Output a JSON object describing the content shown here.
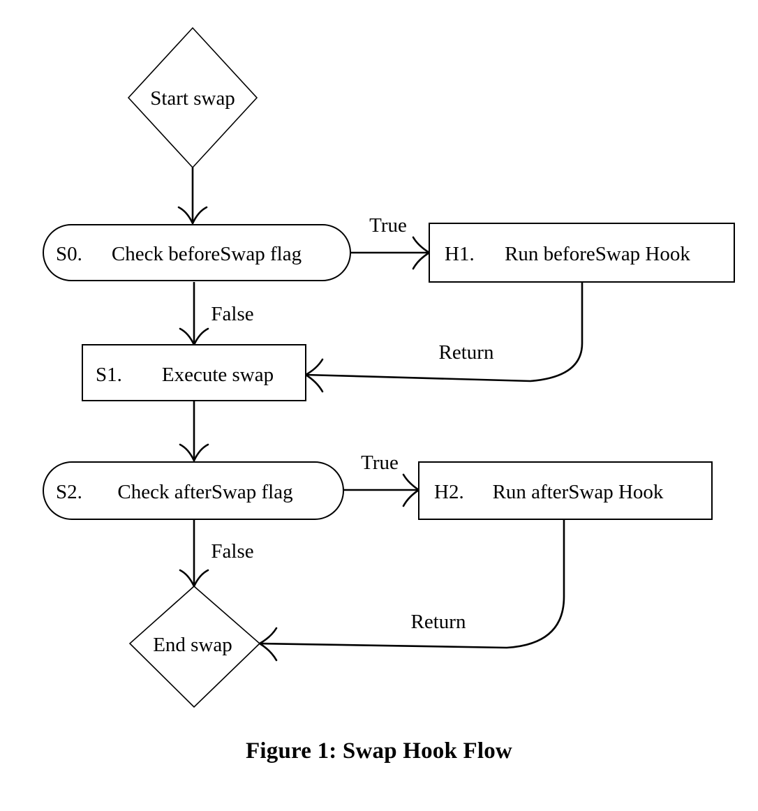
{
  "figure": {
    "caption": "Figure 1: Swap Hook Flow",
    "background_color": "#ffffff",
    "stroke_color": "#000000"
  },
  "diagram": {
    "type": "flowchart",
    "orientation": "top-to-bottom",
    "nodes": [
      {
        "key": "start",
        "shape": "diamond",
        "id_label": "",
        "label": "Start swap"
      },
      {
        "key": "s0",
        "shape": "stadium",
        "id_label": "S0.",
        "label": "Check beforeSwap flag"
      },
      {
        "key": "h1",
        "shape": "rectangle",
        "id_label": "H1.",
        "label": "Run beforeSwap Hook"
      },
      {
        "key": "s1",
        "shape": "rectangle",
        "id_label": "S1.",
        "label": "Execute swap"
      },
      {
        "key": "s2",
        "shape": "stadium",
        "id_label": "S2.",
        "label": "Check afterSwap flag"
      },
      {
        "key": "h2",
        "shape": "rectangle",
        "id_label": "H2.",
        "label": "Run afterSwap Hook"
      },
      {
        "key": "end",
        "shape": "diamond",
        "id_label": "",
        "label": "End swap"
      }
    ],
    "edges": [
      {
        "key": "start-s0",
        "from": "start",
        "to": "s0",
        "label": ""
      },
      {
        "key": "s0-h1",
        "from": "s0",
        "to": "h1",
        "label": "True"
      },
      {
        "key": "s0-s1",
        "from": "s0",
        "to": "s1",
        "label": "False"
      },
      {
        "key": "h1-s1",
        "from": "h1",
        "to": "s1",
        "label": "Return"
      },
      {
        "key": "s1-s2",
        "from": "s1",
        "to": "s2",
        "label": ""
      },
      {
        "key": "s2-h2",
        "from": "s2",
        "to": "h2",
        "label": "True"
      },
      {
        "key": "s2-end",
        "from": "s2",
        "to": "end",
        "label": "False"
      },
      {
        "key": "h2-end",
        "from": "h2",
        "to": "end",
        "label": "Return"
      }
    ]
  }
}
